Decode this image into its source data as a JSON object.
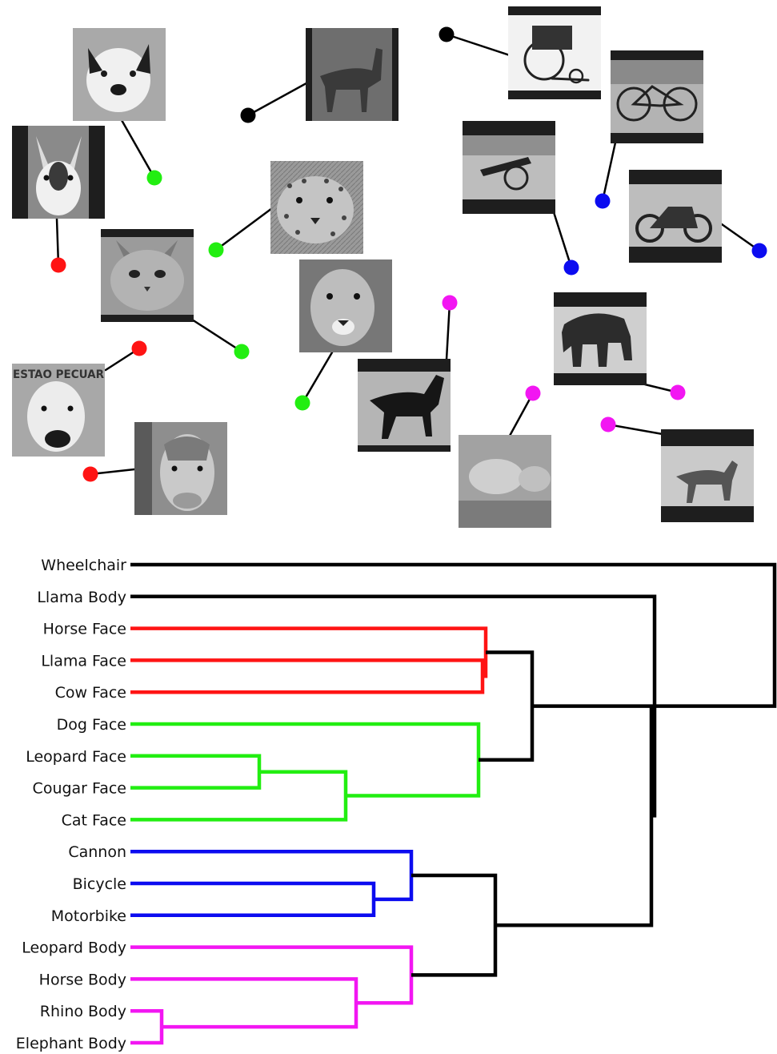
{
  "colors": {
    "black": "#000000",
    "red": "#ff1414",
    "green": "#22ee11",
    "blue": "#0c0cf0",
    "magenta": "#f216f2"
  },
  "thumbnails": [
    {
      "id": "dog-face",
      "subject": "dog face",
      "cluster": "green"
    },
    {
      "id": "llama-body",
      "subject": "llama body",
      "cluster": "black"
    },
    {
      "id": "wheelchair",
      "subject": "wheelchair",
      "cluster": "black"
    },
    {
      "id": "bicycle",
      "subject": "bicycle",
      "cluster": "blue"
    },
    {
      "id": "llama-face",
      "subject": "llama face",
      "cluster": "red"
    },
    {
      "id": "leopard-face",
      "subject": "leopard face",
      "cluster": "green"
    },
    {
      "id": "cannon",
      "subject": "cannon",
      "cluster": "blue"
    },
    {
      "id": "motorbike",
      "subject": "motorbike",
      "cluster": "blue"
    },
    {
      "id": "cat-face",
      "subject": "cat face",
      "cluster": "green"
    },
    {
      "id": "cougar-face",
      "subject": "cougar face",
      "cluster": "green"
    },
    {
      "id": "elephant-body",
      "subject": "elephant body",
      "cluster": "magenta"
    },
    {
      "id": "cow-face",
      "subject": "cow face",
      "cluster": "red",
      "caption": "ESTAO PECUAR"
    },
    {
      "id": "horse-body",
      "subject": "horse body",
      "cluster": "magenta"
    },
    {
      "id": "rhino-body",
      "subject": "rhino body",
      "cluster": "magenta"
    },
    {
      "id": "leopard-body",
      "subject": "leopard body",
      "cluster": "magenta"
    },
    {
      "id": "horse-face",
      "subject": "horse face",
      "cluster": "red"
    }
  ],
  "dendrogram": {
    "leaves": [
      {
        "label": "Wheelchair",
        "cluster": "black"
      },
      {
        "label": "Llama Body",
        "cluster": "black"
      },
      {
        "label": "Horse Face",
        "cluster": "red"
      },
      {
        "label": "Llama Face",
        "cluster": "red"
      },
      {
        "label": "Cow Face",
        "cluster": "red"
      },
      {
        "label": "Dog Face",
        "cluster": "green"
      },
      {
        "label": "Leopard Face",
        "cluster": "green"
      },
      {
        "label": "Cougar Face",
        "cluster": "green"
      },
      {
        "label": "Cat Face",
        "cluster": "green"
      },
      {
        "label": "Cannon",
        "cluster": "blue"
      },
      {
        "label": "Bicycle",
        "cluster": "blue"
      },
      {
        "label": "Motorbike",
        "cluster": "blue"
      },
      {
        "label": "Leopard Body",
        "cluster": "magenta"
      },
      {
        "label": "Horse Body",
        "cluster": "magenta"
      },
      {
        "label": "Rhino Body",
        "cluster": "magenta"
      },
      {
        "label": "Elephant Body",
        "cluster": "magenta"
      }
    ]
  }
}
